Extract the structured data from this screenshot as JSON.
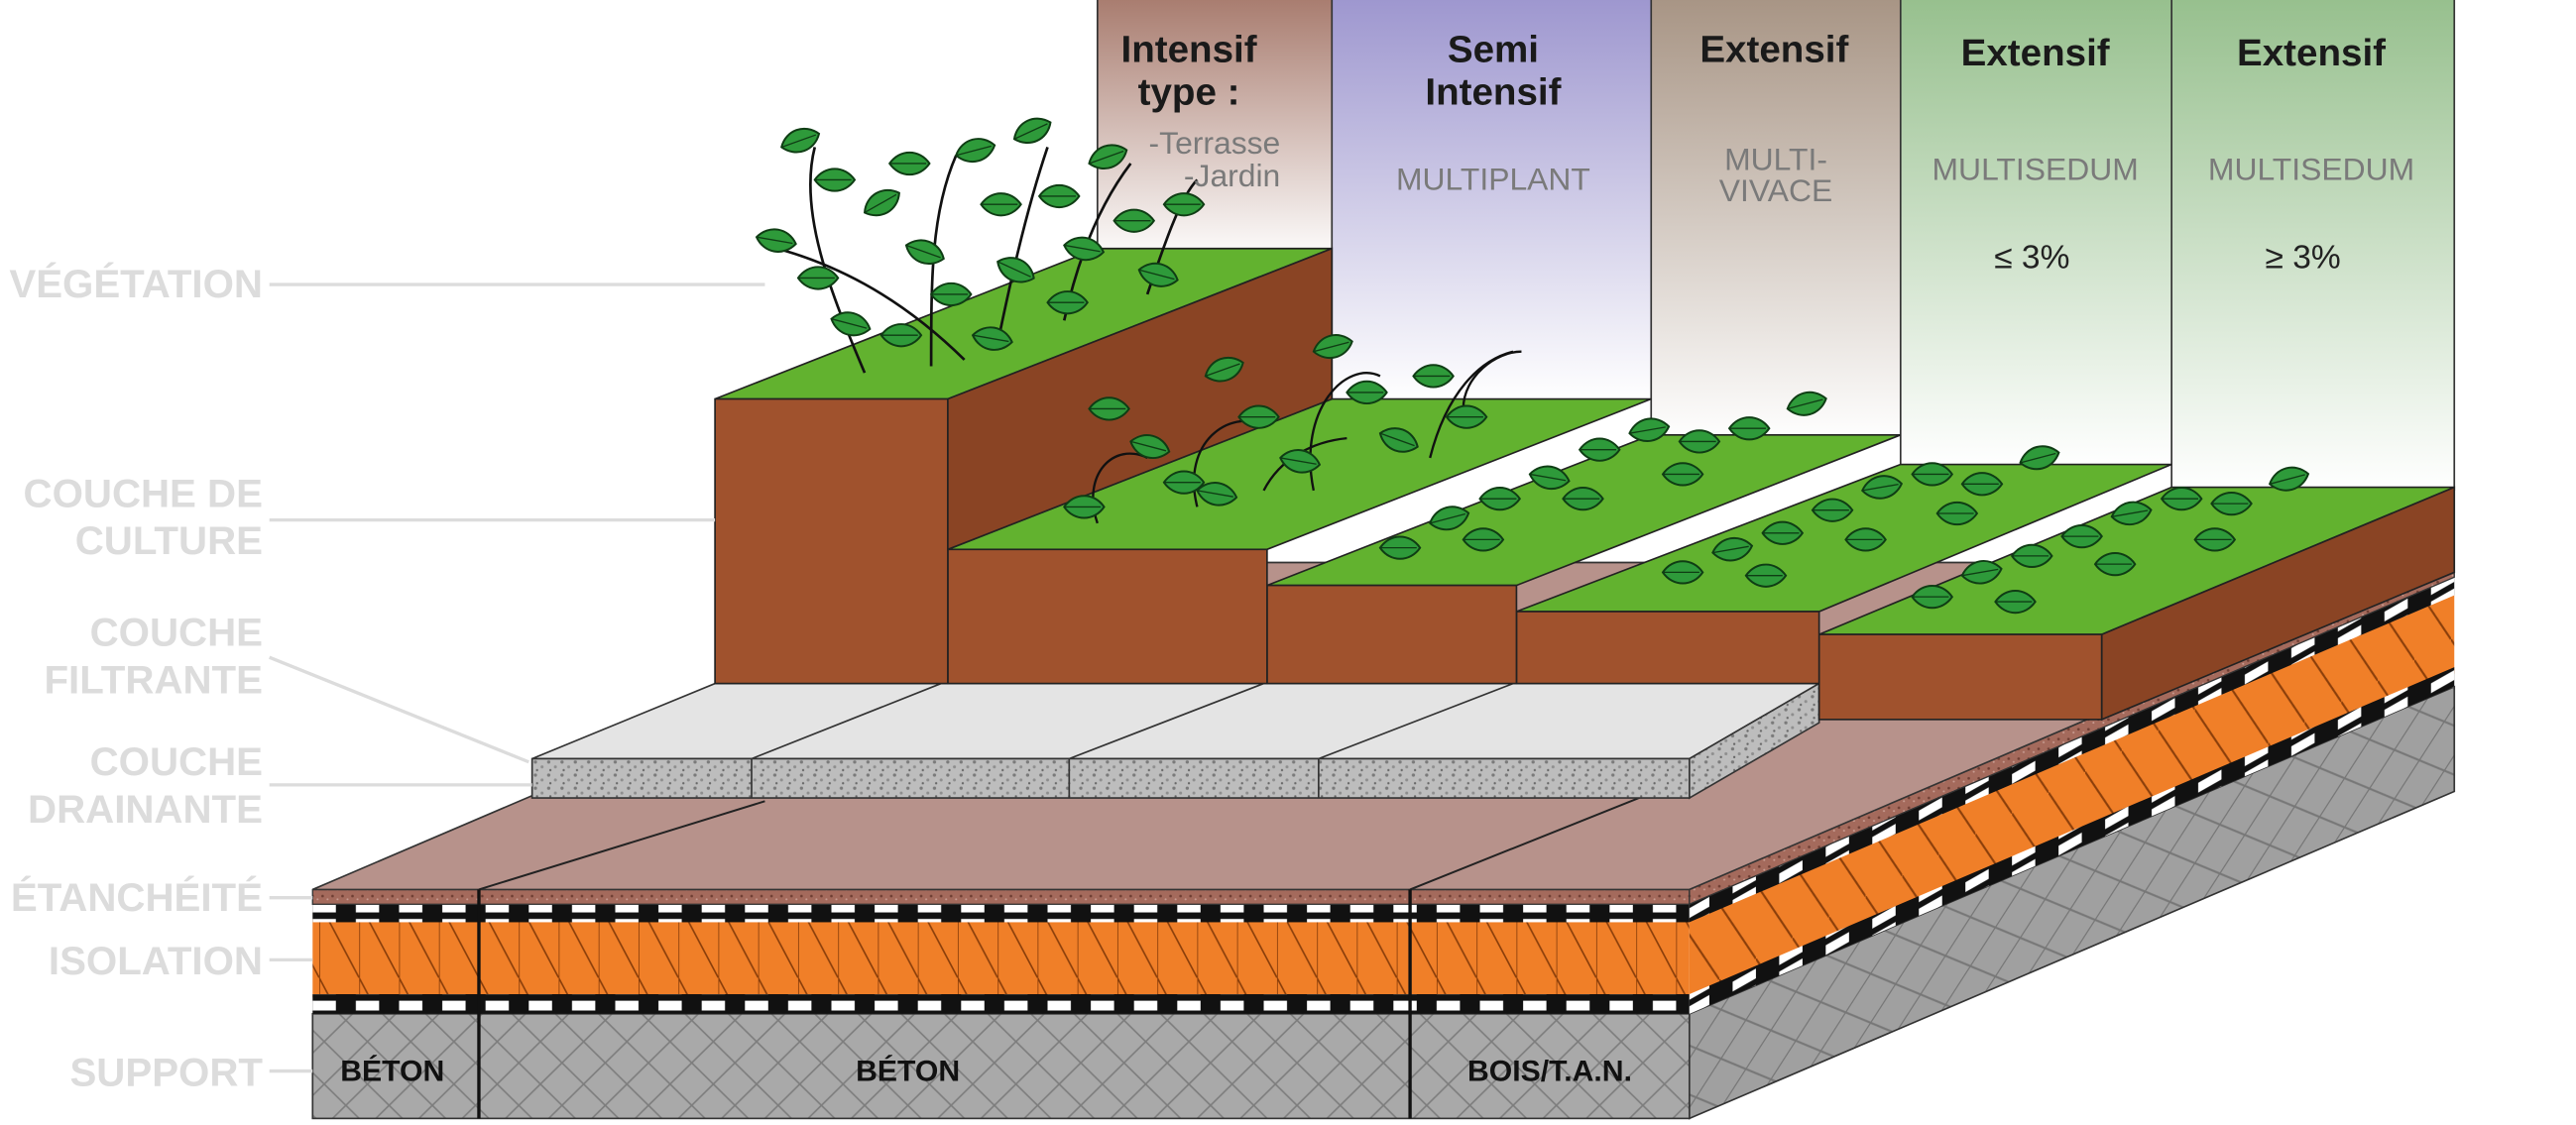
{
  "layer_labels": {
    "vegetation": "VÉGÉTATION",
    "culture_1": "COUCHE DE",
    "culture_2": "CULTURE",
    "filtrante_1": "COUCHE",
    "filtrante_2": "FILTRANTE",
    "drainante_1": "COUCHE",
    "drainante_2": "DRAINANTE",
    "etancheite": "ÉTANCHÉITÉ",
    "isolation": "ISOLATION",
    "support": "SUPPORT"
  },
  "columns": [
    {
      "title_1": "Intensif",
      "title_2": "type :",
      "sub_1": "-Terrasse",
      "sub_2": "-Jardin",
      "color": "#a97d70"
    },
    {
      "title_1": "Semi",
      "title_2": "Intensif",
      "sub_1": "MULTIPLANT",
      "color": "#9e97cf"
    },
    {
      "title_1": "Extensif",
      "sub_1": "MULTI-",
      "sub_2": "VIVACE",
      "color": "#a89585"
    },
    {
      "title_1": "Extensif",
      "sub_1": "MULTISEDUM",
      "slope": "≤ 3%",
      "color": "#97c08e"
    },
    {
      "title_1": "Extensif",
      "sub_1": "MULTISEDUM",
      "slope": "≥ 3%",
      "color": "#97c08e"
    }
  ],
  "supports": [
    "BÉTON",
    "BÉTON",
    "BOIS/T.A.N."
  ],
  "colors": {
    "soil": "#a0522d",
    "grass": "#62b22f",
    "leaf": "#2e9a3a",
    "insulation": "#f07f28",
    "concrete": "#a9a9a9",
    "slab": "#b7928b",
    "gravel": "#bdbdbd"
  }
}
